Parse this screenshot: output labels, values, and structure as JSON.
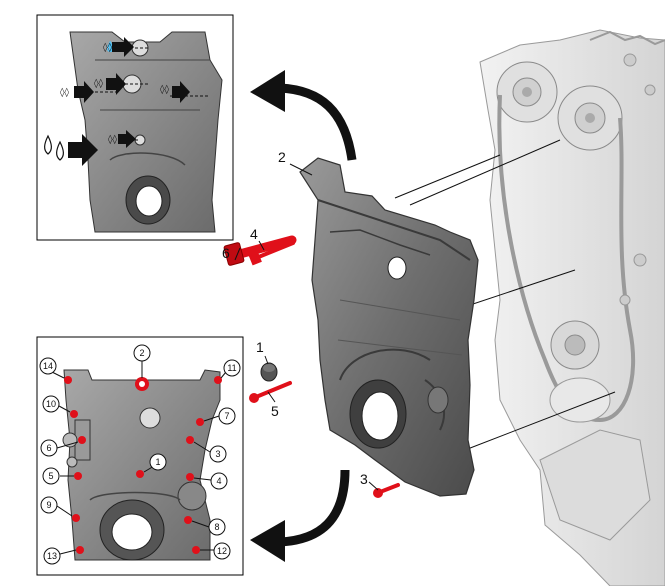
{
  "colors": {
    "bolt_highlight": "#e0101a",
    "cover_dark": "#5c5c5c",
    "cover_mid": "#8a8a8a",
    "engine_light": "#e6e6e6",
    "arrow_black": "#111111",
    "inset_border": "#000000"
  },
  "callouts": {
    "part_1": "1",
    "part_2": "2",
    "part_3": "3",
    "part_4": "4",
    "part_5": "5",
    "part_6": "6"
  },
  "sealant_inset": {
    "icons": [
      "sealant-drop-icon",
      "pointer-arrow-icon",
      "curved-arrow-icon"
    ],
    "marker_count": 5
  },
  "tightening_inset": {
    "sequence": [
      "1",
      "2",
      "3",
      "4",
      "5",
      "6",
      "7",
      "8",
      "9",
      "10",
      "11",
      "12",
      "13",
      "14"
    ]
  }
}
